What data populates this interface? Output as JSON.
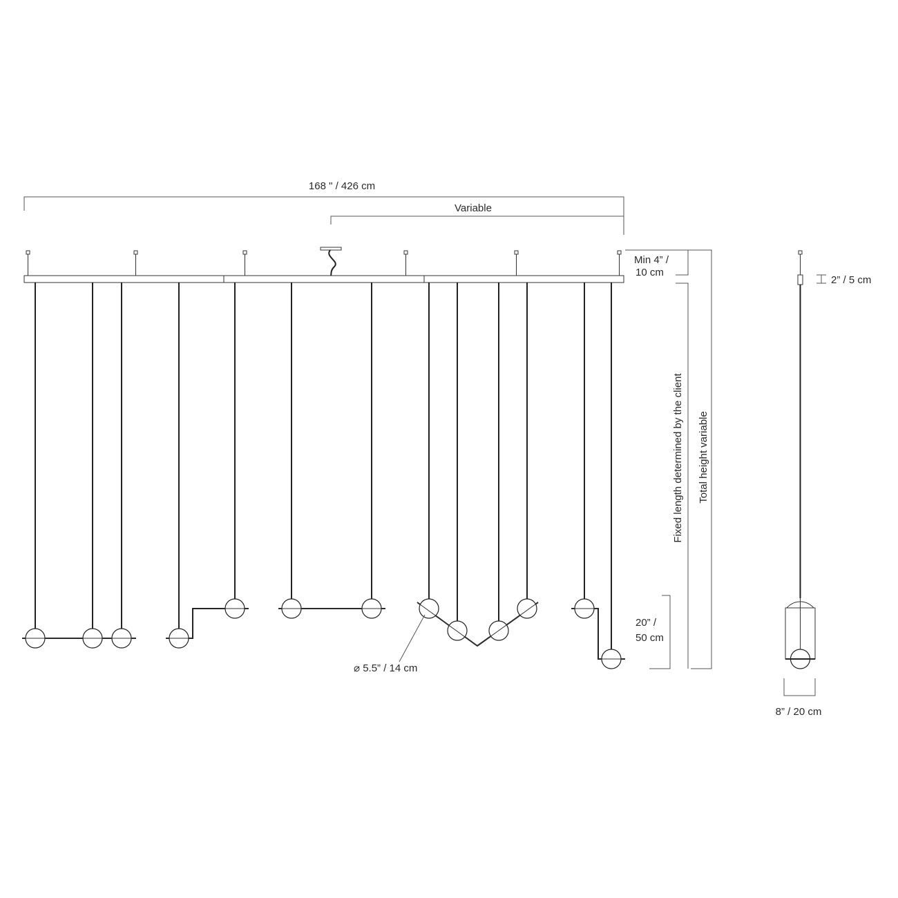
{
  "labels": {
    "total_width": "168 \" / 426 cm",
    "variable_width": "Variable",
    "min_canopy_line1": "Min 4”  /",
    "min_canopy_line2": "10 cm",
    "fixed_length": "Fixed length determined by the client",
    "total_height": "Total height variable",
    "module_height_line1": "20” /",
    "module_height_line2": "50 cm",
    "globe_diameter": "⌀ 5.5” / 14 cm",
    "side_connector": "2” / 5 cm",
    "side_width": "8”  /  20 cm"
  },
  "colors": {
    "line": "#222222",
    "dimension": "#555555",
    "background": "#ffffff"
  }
}
